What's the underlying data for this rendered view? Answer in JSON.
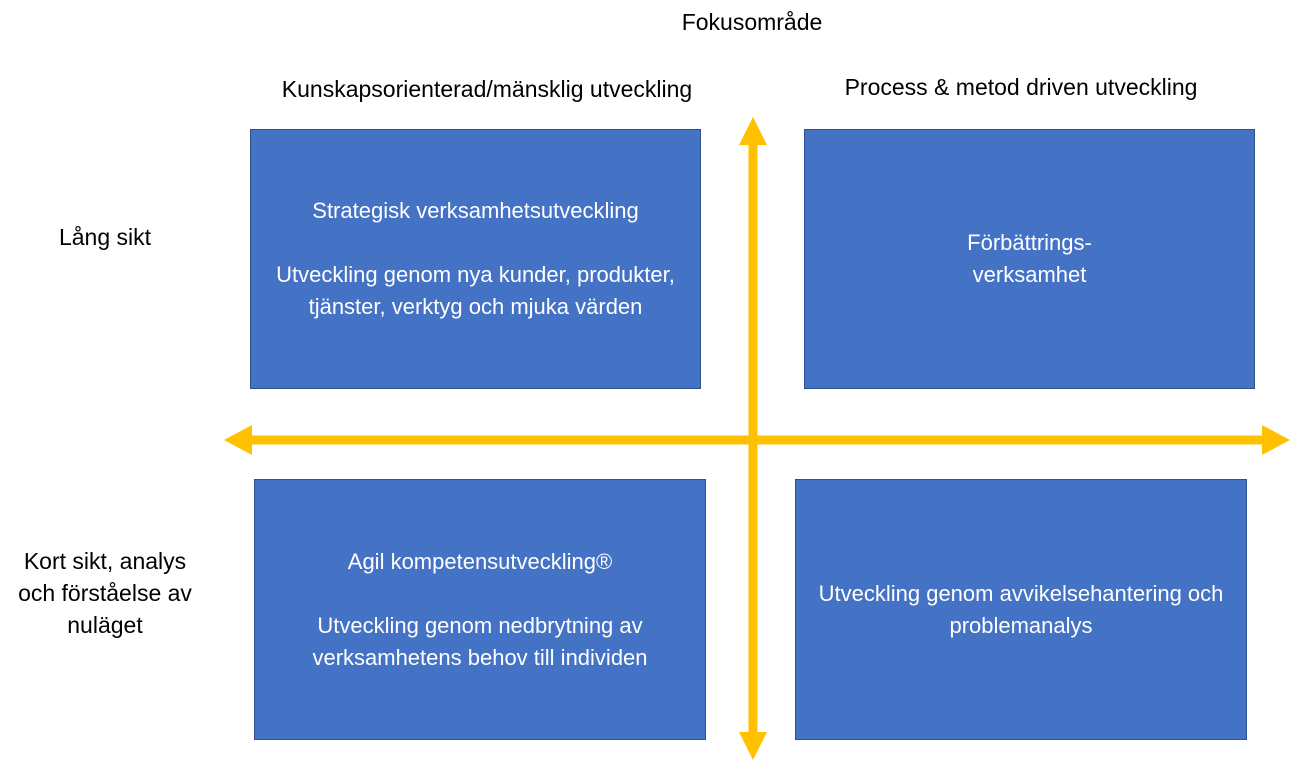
{
  "diagram": {
    "top_title": "Fokusområde",
    "columns": {
      "left": "Kunskapsorienterad/mänsklig utveckling",
      "right": "Process & metod driven utveckling"
    },
    "rows": {
      "top": "Lång sikt",
      "bottom": "Kort sikt, analys och förståelse av nuläget"
    },
    "quadrants": {
      "top_left": {
        "title": "Strategisk verksamhetsutveckling",
        "description": "Utveckling genom nya kunder, produkter, tjänster, verktyg och mjuka värden"
      },
      "top_right": {
        "title": "",
        "description": "Förbättrings-verksamhet"
      },
      "bottom_left": {
        "title": "Agil kompetensutveckling®",
        "description": "Utveckling genom nedbrytning av verksamhetens behov till individen"
      },
      "bottom_right": {
        "title": "",
        "description": "Utveckling genom avvikelsehantering och problemanalys"
      }
    },
    "colors": {
      "box_fill": "#4472c4",
      "box_border": "#2f528f",
      "box_text": "#ffffff",
      "axis_arrow": "#ffc000"
    }
  }
}
